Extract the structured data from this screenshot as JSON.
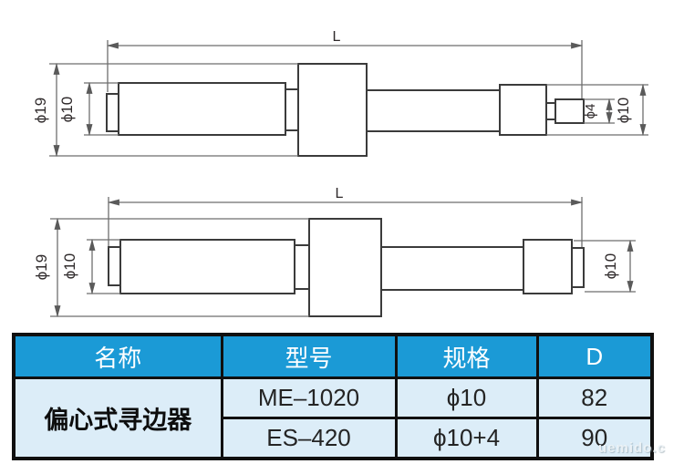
{
  "drawing_top": {
    "length_label": "L",
    "dia_outer": "ϕ19",
    "dia_body": "ϕ10",
    "dia_tip": "ϕ4",
    "dia_end": "ϕ10"
  },
  "drawing_bottom": {
    "length_label": "L",
    "dia_outer": "ϕ19",
    "dia_body": "ϕ10",
    "dia_end": "ϕ10"
  },
  "table": {
    "headers": [
      "名称",
      "型号",
      "规格",
      "D"
    ],
    "product_name": "偏心式寻边器",
    "rows": [
      {
        "model": "ME–1020",
        "spec": "ϕ10",
        "d": "82"
      },
      {
        "model": "ES–420",
        "spec": "ϕ10+4",
        "d": "90"
      }
    ],
    "colors": {
      "header_bg": "#1b9ad6",
      "header_text": "#ffffff",
      "row_bg": "#dcedf8",
      "border": "#101010"
    }
  },
  "watermark": "uemido.c"
}
